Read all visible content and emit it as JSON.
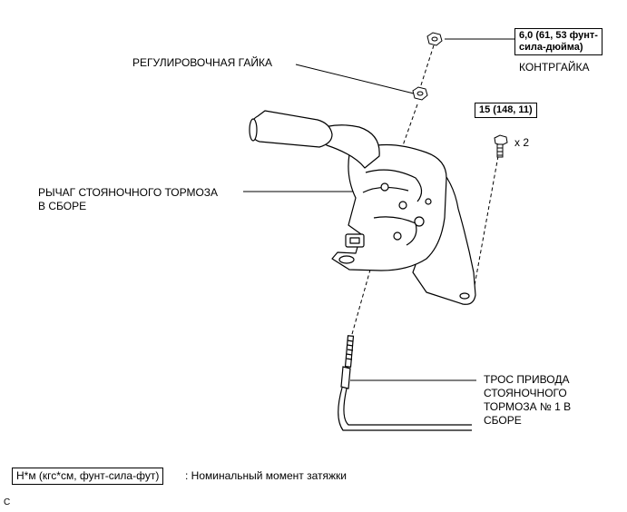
{
  "labels": {
    "adjusting_nut": "РЕГУЛИРОВОЧНАЯ ГАЙКА",
    "lock_nut": "КОНТРГАЙКА",
    "lever_assembly": "РЫЧАГ СТОЯНОЧНОГО ТОРМОЗА\nВ СБОРЕ",
    "cable_assembly": "ТРОС ПРИВОДА\nСТОЯНОЧНОГО\nТОРМОЗА № 1 В\nСБОРЕ",
    "bolt_qty": "x 2"
  },
  "torques": {
    "lock_nut": "6,0 (61, 53 фунт-\nсила-дюйма)",
    "bolt": "15 (148, 11)"
  },
  "legend": {
    "box": "Н*м (кгс*см, фунт-сила-фут)",
    "description": ": Номинальный момент затяжки"
  },
  "figure_code": "C"
}
